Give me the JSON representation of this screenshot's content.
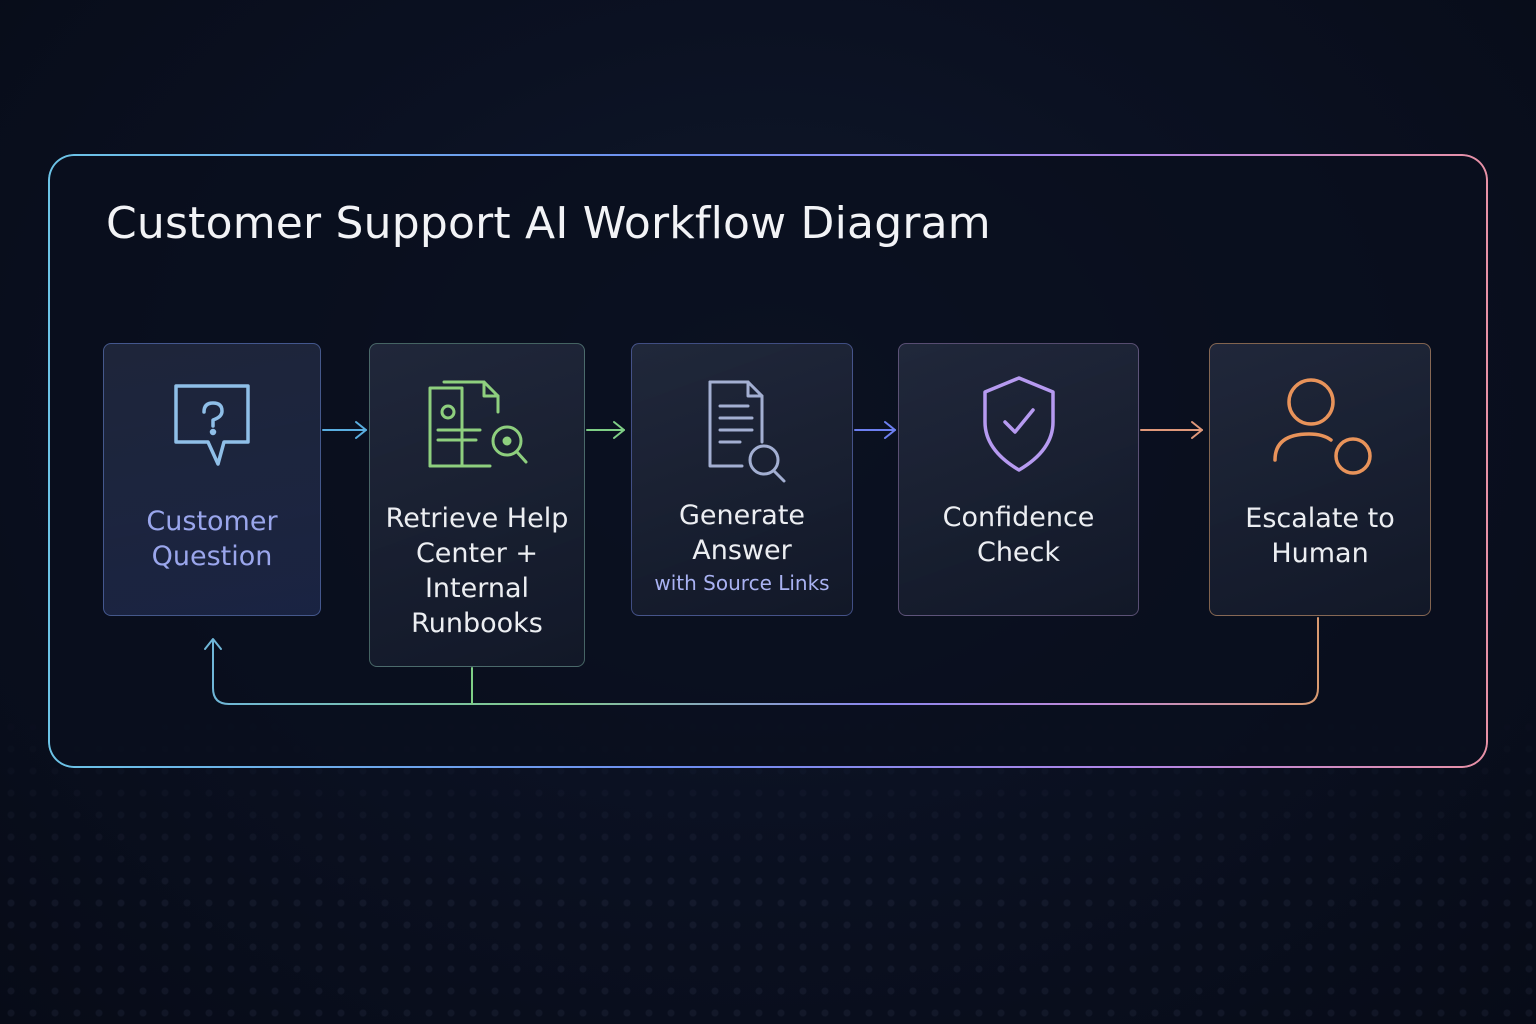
{
  "title": "Customer Support AI Workflow Diagram",
  "nodes": [
    {
      "id": "customer-question",
      "label": "Customer Question",
      "icon": "question-chat-icon",
      "color": "#8fa8e8"
    },
    {
      "id": "retrieve",
      "label": "Retrieve Help Center + Internal Runbooks",
      "icon": "document-search-icon",
      "color": "#8ecf7e"
    },
    {
      "id": "generate",
      "label": "Generate Answer",
      "sub": "with Source Links",
      "icon": "document-magnifier-icon",
      "color": "#9aa6c8"
    },
    {
      "id": "confidence",
      "label": "Confidence Check",
      "icon": "shield-check-icon",
      "color": "#b69af0"
    },
    {
      "id": "escalate",
      "label": "Escalate to Human",
      "icon": "user-escalate-icon",
      "color": "#e8935a"
    }
  ],
  "colors": {
    "arrow1": "#5aaee0",
    "arrow2": "#7fcf86",
    "arrow3": "#6d7ff0",
    "arrow4": "#e0987a"
  }
}
